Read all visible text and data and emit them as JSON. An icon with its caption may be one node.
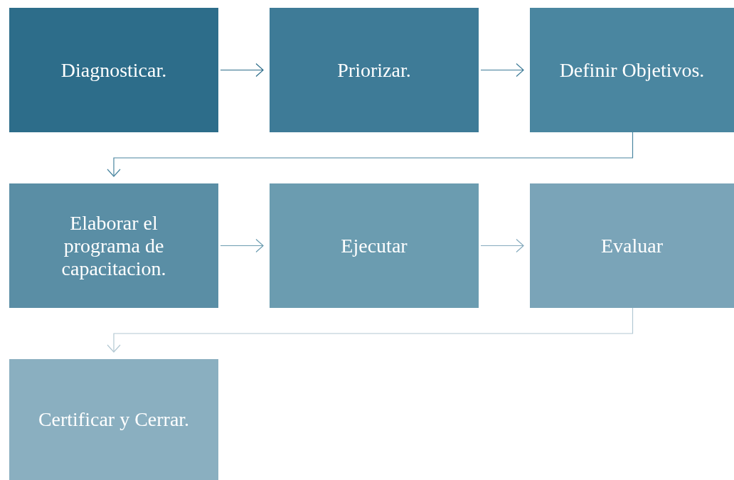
{
  "diagram": {
    "nodes": [
      {
        "text": [
          "Diagnosticar."
        ]
      },
      {
        "text": [
          "Priorizar."
        ]
      },
      {
        "text": [
          "Definir Objetivos."
        ]
      },
      {
        "text": [
          "Elaborar el programa de capacitacion."
        ]
      },
      {
        "text": [
          "Ejecutar"
        ]
      },
      {
        "text": [
          "Evaluar"
        ]
      },
      {
        "text": [
          "Certificar y Cerrar."
        ]
      }
    ],
    "edges": [
      {
        "from": 0,
        "to": 1,
        "arrow": "to",
        "color": "#2d6d8a"
      },
      {
        "from": 1,
        "to": 2,
        "arrow": "to",
        "color": "#3e7b97"
      },
      {
        "from": 2,
        "to": 3,
        "arrow": "to",
        "color": "#4a86a0"
      },
      {
        "from": 3,
        "to": 4,
        "arrow": "to",
        "color": "#6b9cb0"
      },
      {
        "from": 4,
        "to": 5,
        "arrow": "to",
        "color": "#85aabd"
      },
      {
        "from": 5,
        "to": 6,
        "arrow": "to",
        "color": "#b3c8d3"
      }
    ]
  }
}
